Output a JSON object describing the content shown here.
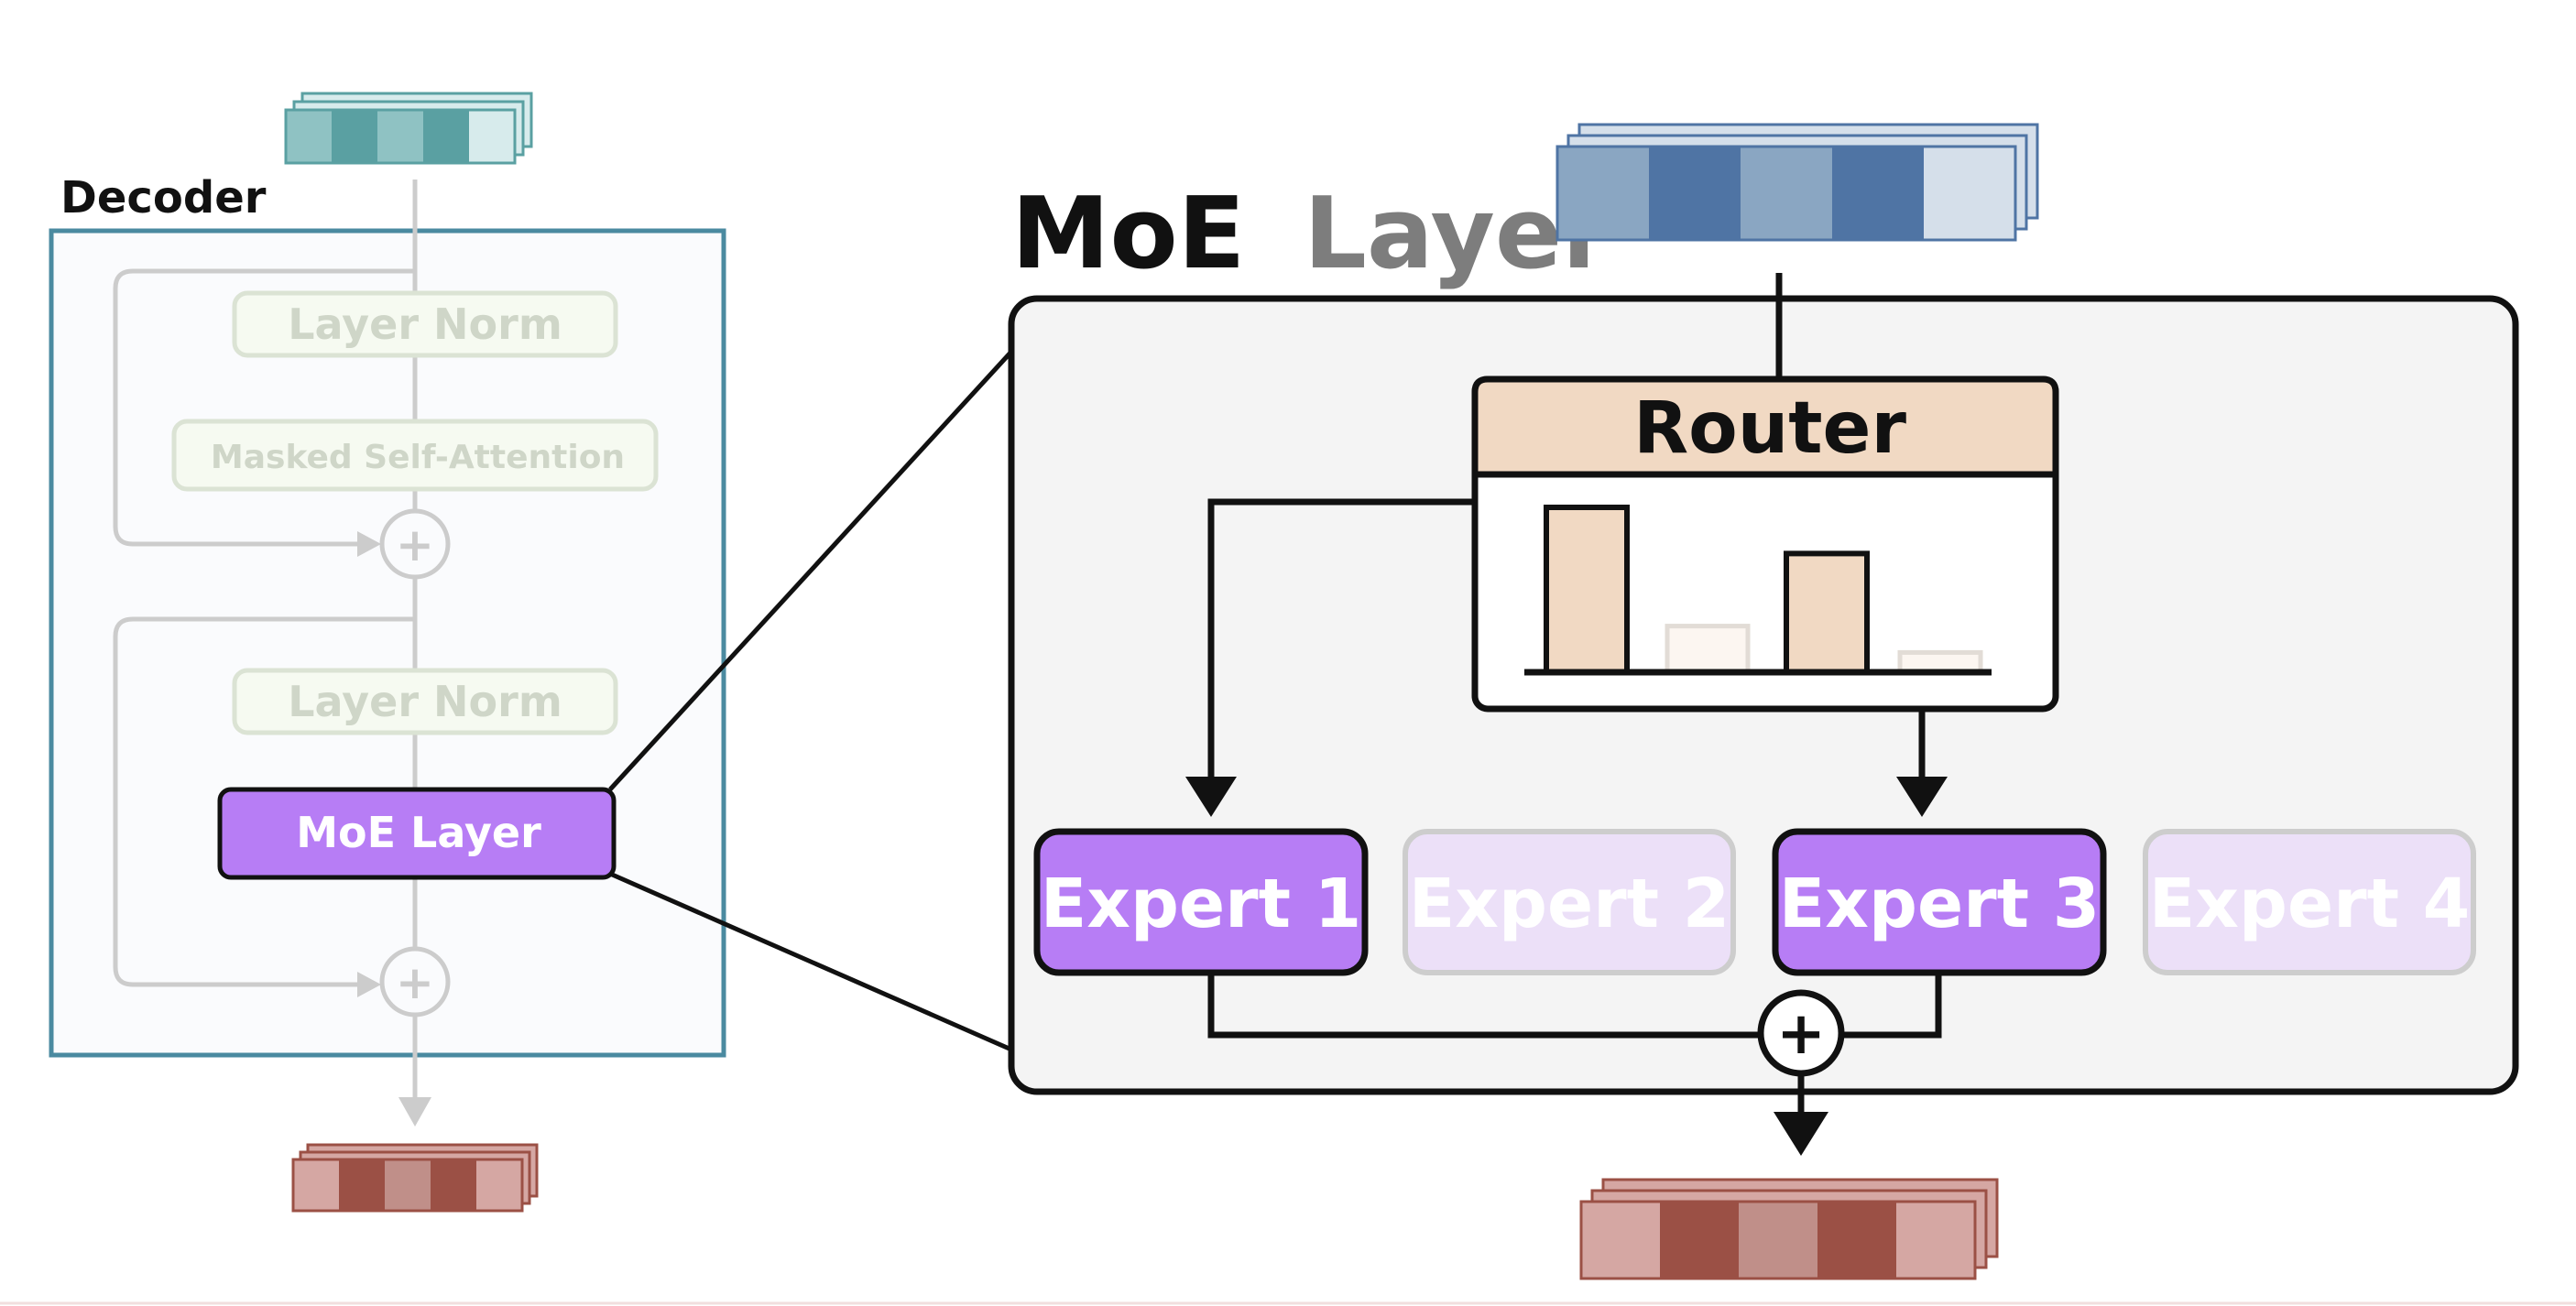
{
  "decoder": {
    "title": "Decoder",
    "layer_norm_top": "Layer Norm",
    "masked_self_attention": "Masked Self-Attention",
    "layer_norm_bottom": "Layer Norm",
    "moe_layer": "MoE Layer",
    "add_symbol": "+"
  },
  "moe": {
    "title_bold": "MoE",
    "title_light": "Layer",
    "router": "Router",
    "router_bars": [
      1.0,
      0.28,
      0.72,
      0.12
    ],
    "experts": [
      {
        "label": "Expert 1",
        "active": true
      },
      {
        "label": "Expert 2",
        "active": false
      },
      {
        "label": "Expert 3",
        "active": true
      },
      {
        "label": "Expert 4",
        "active": false
      }
    ],
    "add_symbol": "+"
  },
  "colors": {
    "decoder_border": "#4a8aa0",
    "decoder_bg": "#fafbfd",
    "faded": "#cccccc",
    "faded_box_fill": "#f6faf1",
    "faded_box_stroke": "#dbe3d4",
    "faded_text": "#cfd6c8",
    "moe_purple": "#b77df5",
    "moe_purple_faded": "#ece0f8",
    "router_fill": "#f1d9c3",
    "panel_bg": "#f4f4f4",
    "token_teal": [
      "#8fc2c3",
      "#5aa0a2",
      "#8fc2c3",
      "#5aa0a2",
      "#d7ebec"
    ],
    "token_blue": [
      "#8aa6c2",
      "#4f74a4",
      "#8aa6c2",
      "#4f74a4",
      "#d5dfea"
    ],
    "token_red": [
      "#d5a7a3",
      "#9b5045",
      "#c08f89",
      "#9b5045",
      "#d5a7a3"
    ]
  }
}
